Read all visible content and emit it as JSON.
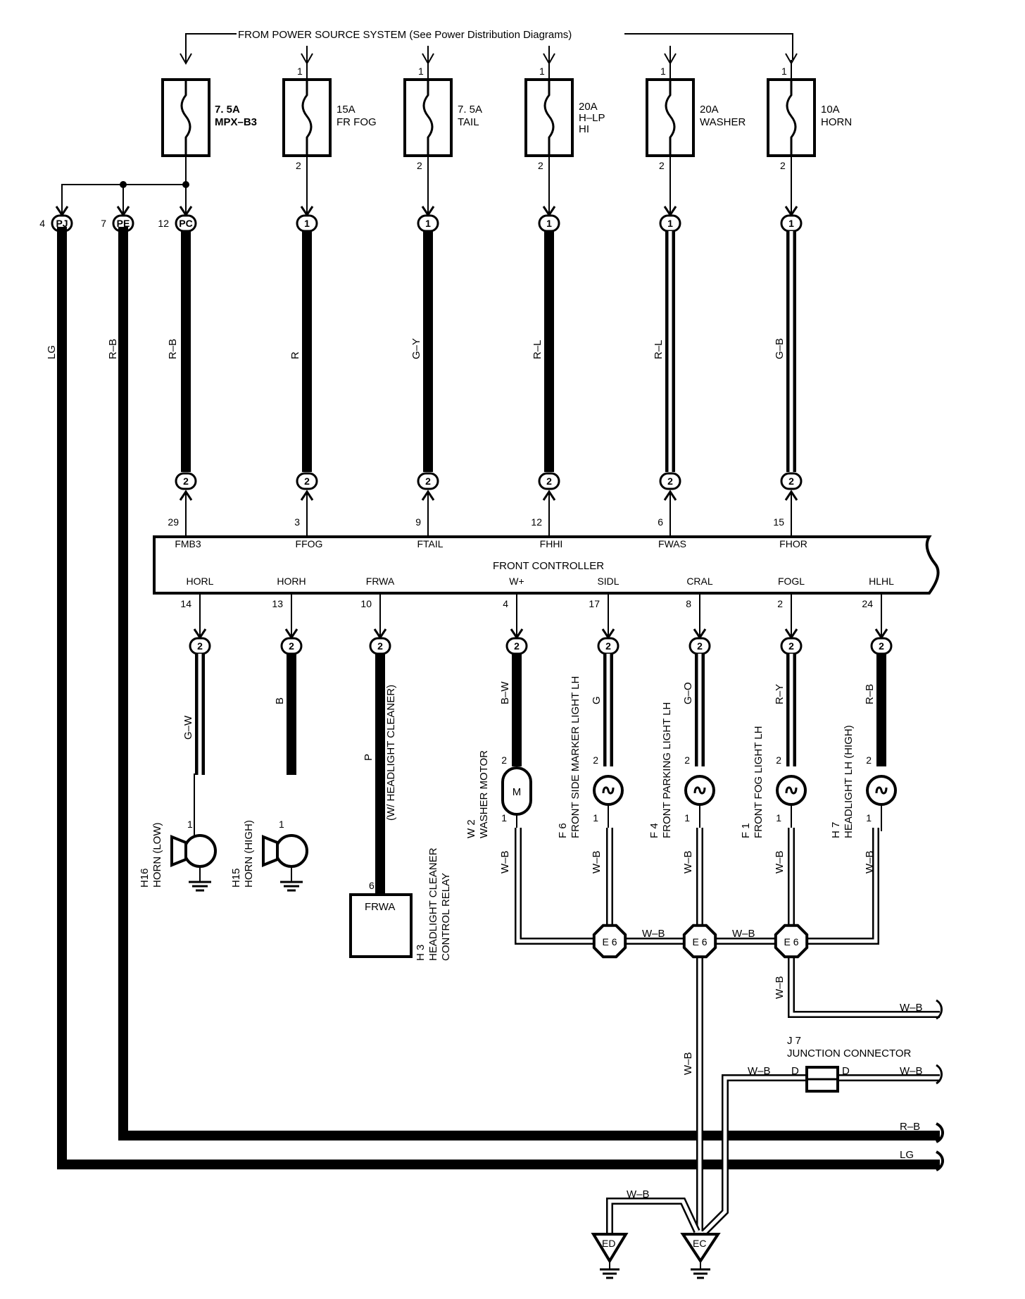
{
  "power_source": "FROM POWER SOURCE SYSTEM (See Power Distribution Diagrams)",
  "fuses": [
    {
      "line1": "7. 5A",
      "line2": "MPX–B3",
      "line3": "",
      "pin_in": "",
      "pin_out": ""
    },
    {
      "line1": "15A",
      "line2": "FR FOG",
      "line3": "",
      "pin_in": "1",
      "pin_out": "2"
    },
    {
      "line1": "7. 5A",
      "line2": "TAIL",
      "line3": "",
      "pin_in": "1",
      "pin_out": "2"
    },
    {
      "line1": "20A",
      "line2": "H–LP",
      "line3": "HI",
      "pin_in": "1",
      "pin_out": "2"
    },
    {
      "line1": "20A",
      "line2": "WASHER",
      "line3": "",
      "pin_in": "1",
      "pin_out": "2"
    },
    {
      "line1": "10A",
      "line2": "HORN",
      "line3": "",
      "pin_in": "1",
      "pin_out": "2"
    }
  ],
  "left_junctions": [
    {
      "pin": "4",
      "id": "PJ",
      "wire": "LG"
    },
    {
      "pin": "7",
      "id": "PE",
      "wire": "R–B"
    },
    {
      "pin": "12",
      "id": "PC",
      "wire": "R–B"
    }
  ],
  "upper_wires": [
    "R",
    "G–Y",
    "R–L",
    "R–L",
    "G–B"
  ],
  "conn_top_pin": "1",
  "conn_bottom_pin": "2",
  "controller": {
    "title": "FRONT CONTROLLER",
    "top_terminals": [
      {
        "pin": "29",
        "name": "FMB3"
      },
      {
        "pin": "3",
        "name": "FFOG"
      },
      {
        "pin": "9",
        "name": "FTAIL"
      },
      {
        "pin": "12",
        "name": "FHHI"
      },
      {
        "pin": "6",
        "name": "FWAS"
      },
      {
        "pin": "15",
        "name": "FHOR"
      }
    ],
    "bottom_terminals": [
      {
        "pin": "14",
        "name": "HORL",
        "wire": "G–W"
      },
      {
        "pin": "13",
        "name": "HORH",
        "wire": "B"
      },
      {
        "pin": "10",
        "name": "FRWA",
        "wire": "P"
      },
      {
        "pin": "4",
        "name": "W+",
        "wire": "B–W"
      },
      {
        "pin": "17",
        "name": "SIDL",
        "wire": "G"
      },
      {
        "pin": "8",
        "name": "CRAL",
        "wire": "G–O"
      },
      {
        "pin": "2",
        "name": "FOGL",
        "wire": "R–Y"
      },
      {
        "pin": "24",
        "name": "HLHL",
        "wire": "R–B"
      }
    ]
  },
  "components": {
    "horn_low": {
      "code": "H16",
      "name": "HORN (LOW)",
      "pin": "1"
    },
    "horn_high": {
      "code": "H15",
      "name": "HORN (HIGH)",
      "pin": "1"
    },
    "headlight_cleaner_note": "(W/ HEADLIGHT CLEANER)",
    "relay": {
      "code": "H 3",
      "name1": "HEADLIGHT CLEANER",
      "name2": "CONTROL RELAY",
      "box_label": "FRWA",
      "pin": "6"
    },
    "washer_motor": {
      "code": "W 2",
      "name": "WASHER MOTOR",
      "symbol": "M",
      "pin_top": "2",
      "pin_bottom": "1"
    },
    "side_marker": {
      "code": "F 6",
      "name": "FRONT SIDE MARKER LIGHT LH",
      "pin_top": "2",
      "pin_bottom": "1"
    },
    "parking": {
      "code": "F 4",
      "name": "FRONT PARKING LIGHT LH",
      "pin_top": "2",
      "pin_bottom": "1"
    },
    "fog": {
      "code": "F 1",
      "name": "FRONT FOG LIGHT LH",
      "pin_top": "2",
      "pin_bottom": "1"
    },
    "headlight": {
      "code": "H 7",
      "name": "HEADLIGHT LH (HIGH)",
      "pin_top": "2",
      "pin_bottom": "1"
    }
  },
  "ground_wire": "W–B",
  "splice": "E 6",
  "junction_connector": {
    "code": "J 7",
    "name": "JUNCTION CONNECTOR",
    "pin": "D"
  },
  "bottom_wires": {
    "rb": "R–B",
    "lg": "LG"
  },
  "grounds": [
    "ED",
    "EC"
  ]
}
